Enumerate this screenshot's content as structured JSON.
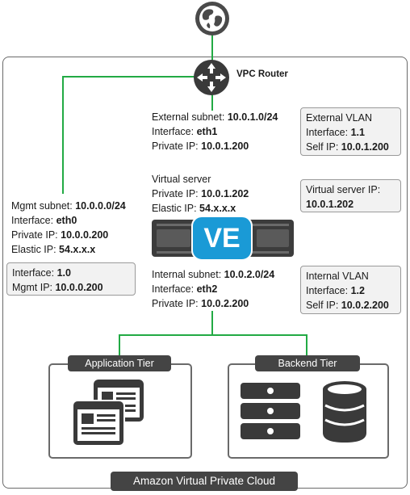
{
  "router": {
    "label": "VPC Router"
  },
  "external": {
    "subnet_label": "External subnet: ",
    "subnet_value": "10.0.1.0/24",
    "iface_label": "Interface: ",
    "iface_value": "eth1",
    "ip_label": "Private IP: ",
    "ip_value": "10.0.1.200"
  },
  "external_vlan": {
    "title": "External VLAN",
    "iface_label": "Interface: ",
    "iface_value": "1.1",
    "self_label": "Self IP: ",
    "self_value": "10.0.1.200"
  },
  "virtual_server": {
    "title": "Virtual server",
    "ip_label": "Private IP: ",
    "ip_value": "10.0.1.202",
    "eip_label": "Elastic IP: ",
    "eip_value": "54.x.x.x"
  },
  "virtual_server_ip": {
    "label": "Virtual server IP:",
    "value": "10.0.1.202"
  },
  "mgmt": {
    "subnet_label": "Mgmt subnet: ",
    "subnet_value": "10.0.0.0/24",
    "iface_label": "Interface: ",
    "iface_value": "eth0",
    "ip_label": "Private IP: ",
    "ip_value": "10.0.0.200",
    "eip_label": "Elastic IP: ",
    "eip_value": "54.x.x.x"
  },
  "mgmt_box": {
    "iface_label": "Interface: ",
    "iface_value": "1.0",
    "ip_label": "Mgmt IP: ",
    "ip_value": "10.0.0.200"
  },
  "appliance": {
    "logo": "VE"
  },
  "internal": {
    "subnet_label": "Internal subnet: ",
    "subnet_value": "10.0.2.0/24",
    "iface_label": "Interface: ",
    "iface_value": "eth2",
    "ip_label": "Private IP: ",
    "ip_value": "10.0.2.200"
  },
  "internal_vlan": {
    "title": "Internal VLAN",
    "iface_label": "Interface: ",
    "iface_value": "1.2",
    "self_label": "Self IP: ",
    "self_value": "10.0.2.200"
  },
  "tiers": {
    "app": "Application Tier",
    "backend": "Backend Tier"
  },
  "vpc": {
    "label": "Amazon Virtual Private Cloud"
  },
  "colors": {
    "link": "#22aa44",
    "accent": "#1a9ad6",
    "dark": "#444444",
    "border": "#6a6a6a"
  },
  "icons": [
    "globe-icon",
    "router-icon",
    "appliance-icon",
    "web-page-icon",
    "server-rack-icon",
    "database-icon"
  ]
}
